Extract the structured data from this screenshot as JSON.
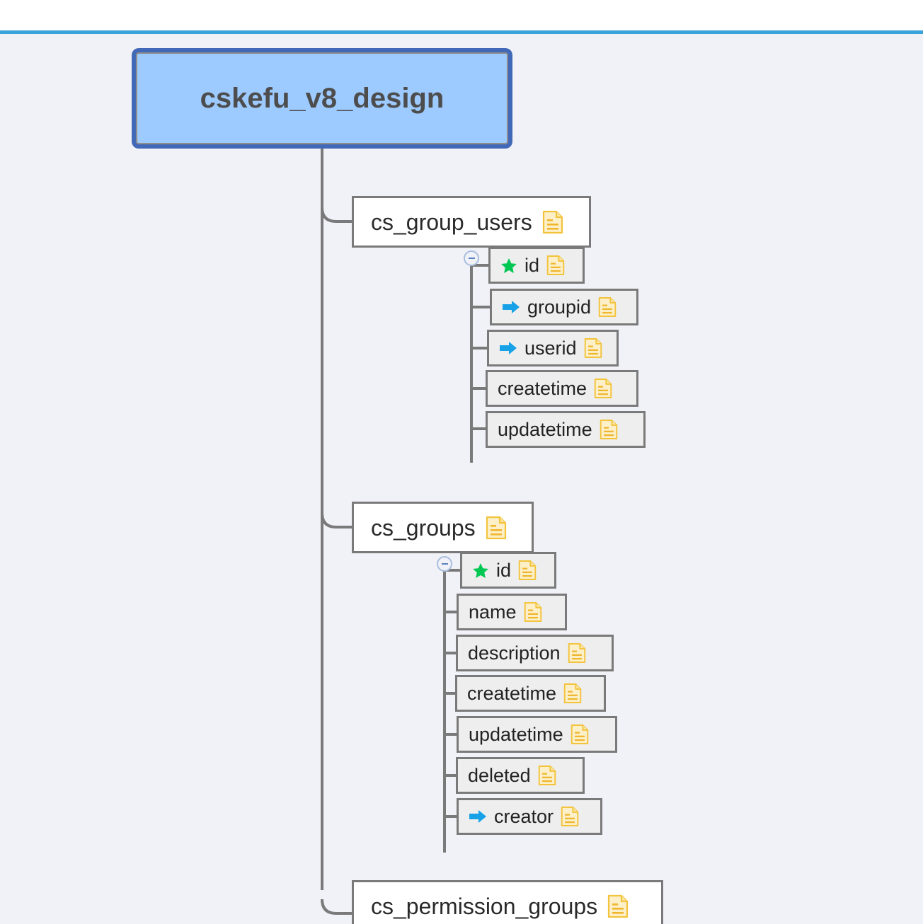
{
  "window": {
    "accent_color": "#3ba3db",
    "canvas_color": "#f1f2f8"
  },
  "diagram": {
    "type": "database-schema-mindmap",
    "root": {
      "label": "cskefu_v8_design",
      "fill": "#9ecbff",
      "border": "#4268b8"
    },
    "icons": {
      "document": "document-icon",
      "primary_key": "star-icon",
      "foreign_key": "arrow-right-icon",
      "collapse": "minus-circle-icon"
    },
    "tables": [
      {
        "name": "cs_group_users",
        "collapsed": false,
        "fields": [
          {
            "name": "id",
            "key": "primary"
          },
          {
            "name": "groupid",
            "key": "foreign"
          },
          {
            "name": "userid",
            "key": "foreign"
          },
          {
            "name": "createtime",
            "key": "none"
          },
          {
            "name": "updatetime",
            "key": "none"
          }
        ]
      },
      {
        "name": "cs_groups",
        "collapsed": false,
        "fields": [
          {
            "name": "id",
            "key": "primary"
          },
          {
            "name": "name",
            "key": "none"
          },
          {
            "name": "description",
            "key": "none"
          },
          {
            "name": "createtime",
            "key": "none"
          },
          {
            "name": "updatetime",
            "key": "none"
          },
          {
            "name": "deleted",
            "key": "none"
          },
          {
            "name": "creator",
            "key": "foreign"
          }
        ]
      },
      {
        "name": "cs_permission_groups",
        "collapsed": false,
        "fields": []
      }
    ]
  },
  "colors": {
    "star_green": "#00c853",
    "arrow_blue": "#17a2e8",
    "doc_fill": "#fdf0c8",
    "doc_stroke": "#f3c33c",
    "edge_gray": "#7a7a7a",
    "node_border": "#7a7a7a",
    "field_fill": "#eeeeee"
  }
}
